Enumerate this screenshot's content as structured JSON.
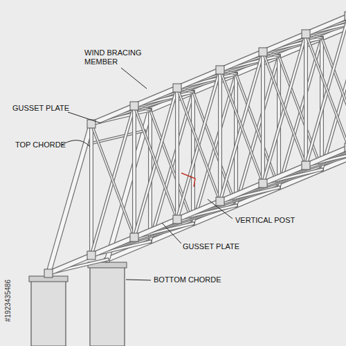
{
  "diagram": {
    "labels": [
      "WIND BRACING MEMBER",
      "GUSSET PLATE",
      "TOP CHORDE",
      "VERTICAL POST",
      "GUSSET PLATE",
      "BOTTOM CHORDE",
      "#1923435486"
    ]
  }
}
